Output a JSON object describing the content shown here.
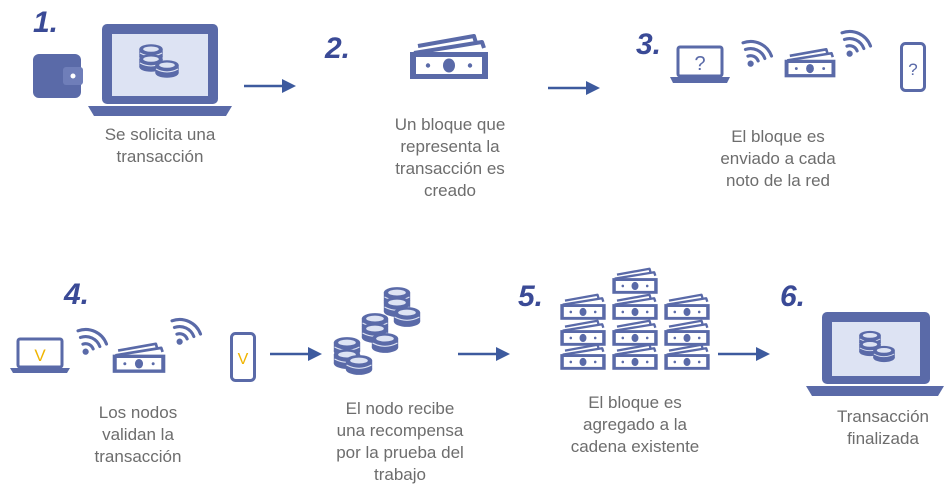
{
  "colors": {
    "primary": "#5a6aa8",
    "number": "#3a4a96",
    "text": "#6d6d6d",
    "accent": "#f0b400",
    "screen": "#dde3f3"
  },
  "steps": [
    {
      "number": "1.",
      "caption": [
        "Se solicita una",
        "transacción"
      ],
      "icons": [
        "wallet-icon",
        "laptop-icon",
        "coins-icon"
      ]
    },
    {
      "number": "2.",
      "caption": [
        "Un bloque que",
        "representa la",
        "transacción es",
        "creado"
      ],
      "icons": [
        "banknote-icon"
      ]
    },
    {
      "number": "3.",
      "caption": [
        "El bloque es",
        "enviado a cada",
        "noto de la red"
      ],
      "icons": [
        "laptop-icon",
        "wifi-icon",
        "banknote-icon",
        "mobile-icon"
      ],
      "glyph": "?"
    },
    {
      "number": "4.",
      "caption": [
        "Los nodos",
        "validan la",
        "transacción"
      ],
      "icons": [
        "laptop-icon",
        "wifi-icon",
        "banknote-icon",
        "mobile-icon"
      ],
      "glyph": "V"
    },
    {
      "caption": [
        "El nodo recibe",
        "una recompensa",
        "por la prueba del",
        "trabajo"
      ],
      "icons": [
        "coins-icon"
      ]
    },
    {
      "number": "5.",
      "caption": [
        "El bloque es",
        "agregado a la",
        "cadena existente"
      ],
      "icons": [
        "blockchain-icon"
      ]
    },
    {
      "number": "6.",
      "caption": [
        "Transacción",
        "finalizada"
      ],
      "icons": [
        "laptop-icon",
        "coins-icon"
      ]
    }
  ]
}
